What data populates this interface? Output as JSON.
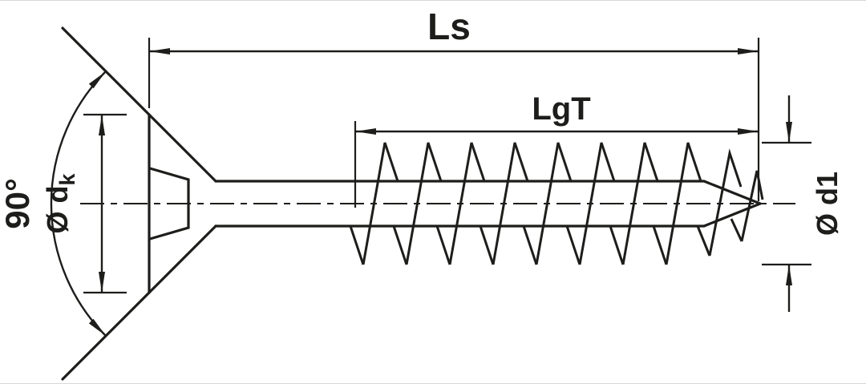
{
  "diagram": {
    "title": "countersunk-screw-dimension-drawing",
    "background_color": "#ffffff",
    "line_color": "#1d1d1b",
    "labels": {
      "total_length": "Ls",
      "thread_length": "LgT",
      "head_angle": "90°",
      "head_diameter_prefix": "Ø d",
      "head_diameter_subscript": "k",
      "thread_diameter": "Ø d1"
    }
  }
}
